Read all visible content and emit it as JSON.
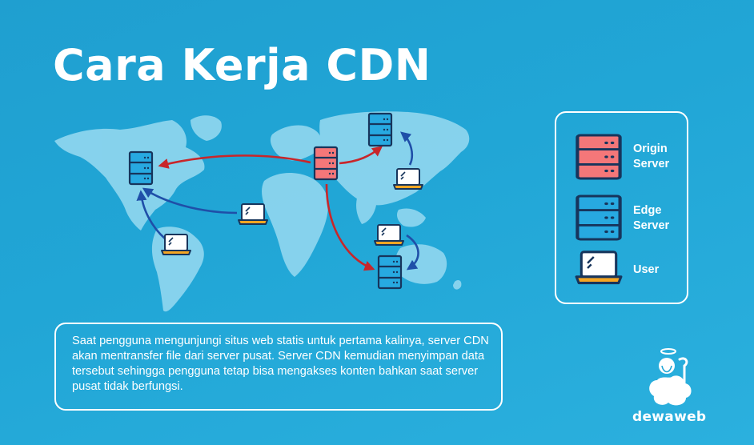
{
  "title": "Cara Kerja CDN",
  "legend": {
    "origin": "Origin Server",
    "edge": "Edge Server",
    "user": "User"
  },
  "description": "Saat pengguna mengunjungi situs web statis untuk pertama kalinya, server CDN akan mentransfer file dari server pusat. Server CDN kemudian menyimpan data tersebut sehingga pengguna tetap bisa mengakses konten bahkan saat server pusat tidak berfungsi.",
  "brand": "dewaweb",
  "colors": {
    "background": "#21a6d6",
    "map": "#8fd6ef",
    "origin": "#f47779",
    "edge": "#27a9e1",
    "outline": "#17355c",
    "red_arrow": "#c8262a",
    "blue_arrow": "#1f4fa8",
    "laptop_base": "#f5a623"
  }
}
